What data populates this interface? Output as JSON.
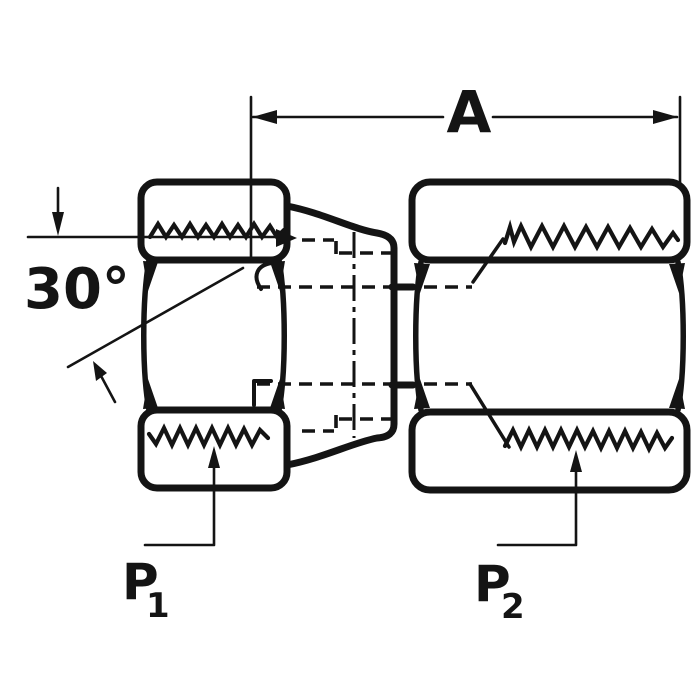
{
  "drawing": {
    "type": "engineering-line-drawing",
    "subject": "female-swivel-pipe-fitting-cross-section",
    "background_color": "#ffffff",
    "line_color": "#141414",
    "labels": {
      "length_dim": "A",
      "seat_angle": "30°",
      "port_left_base": "P",
      "port_left_sub": "1",
      "port_right_base": "P",
      "port_right_sub": "2"
    }
  }
}
